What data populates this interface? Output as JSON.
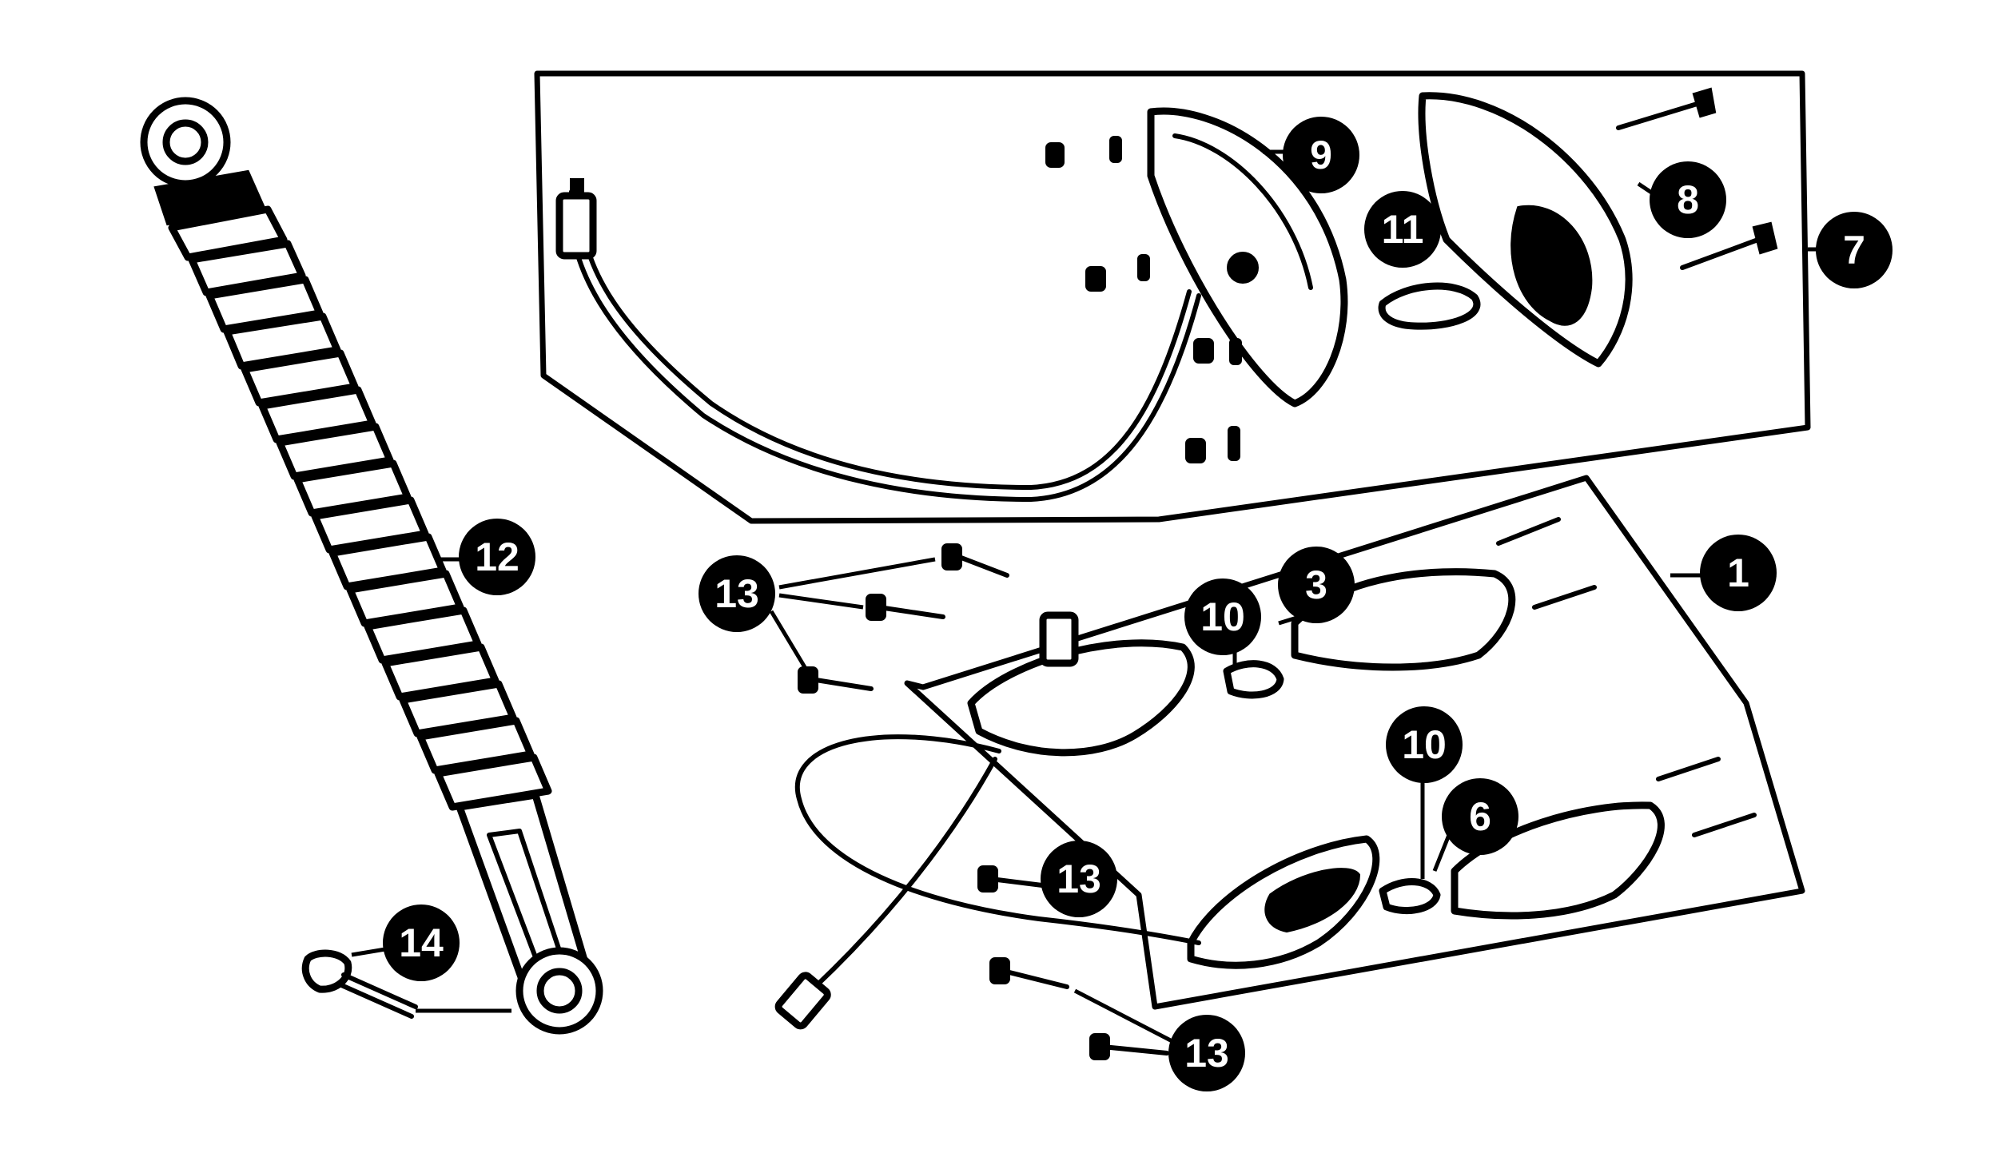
{
  "callouts": [
    {
      "id": "c1",
      "label": "1"
    },
    {
      "id": "c3",
      "label": "3"
    },
    {
      "id": "c6",
      "label": "6"
    },
    {
      "id": "c7",
      "label": "7"
    },
    {
      "id": "c8",
      "label": "8"
    },
    {
      "id": "c9",
      "label": "9"
    },
    {
      "id": "c10a",
      "label": "10"
    },
    {
      "id": "c10b",
      "label": "10"
    },
    {
      "id": "c11",
      "label": "11"
    },
    {
      "id": "c12",
      "label": "12"
    },
    {
      "id": "c13a",
      "label": "13"
    },
    {
      "id": "c13b",
      "label": "13"
    },
    {
      "id": "c13c",
      "label": "13"
    },
    {
      "id": "c14",
      "label": "14"
    }
  ],
  "colors": {
    "ink": "#000000",
    "paper": "#ffffff"
  }
}
